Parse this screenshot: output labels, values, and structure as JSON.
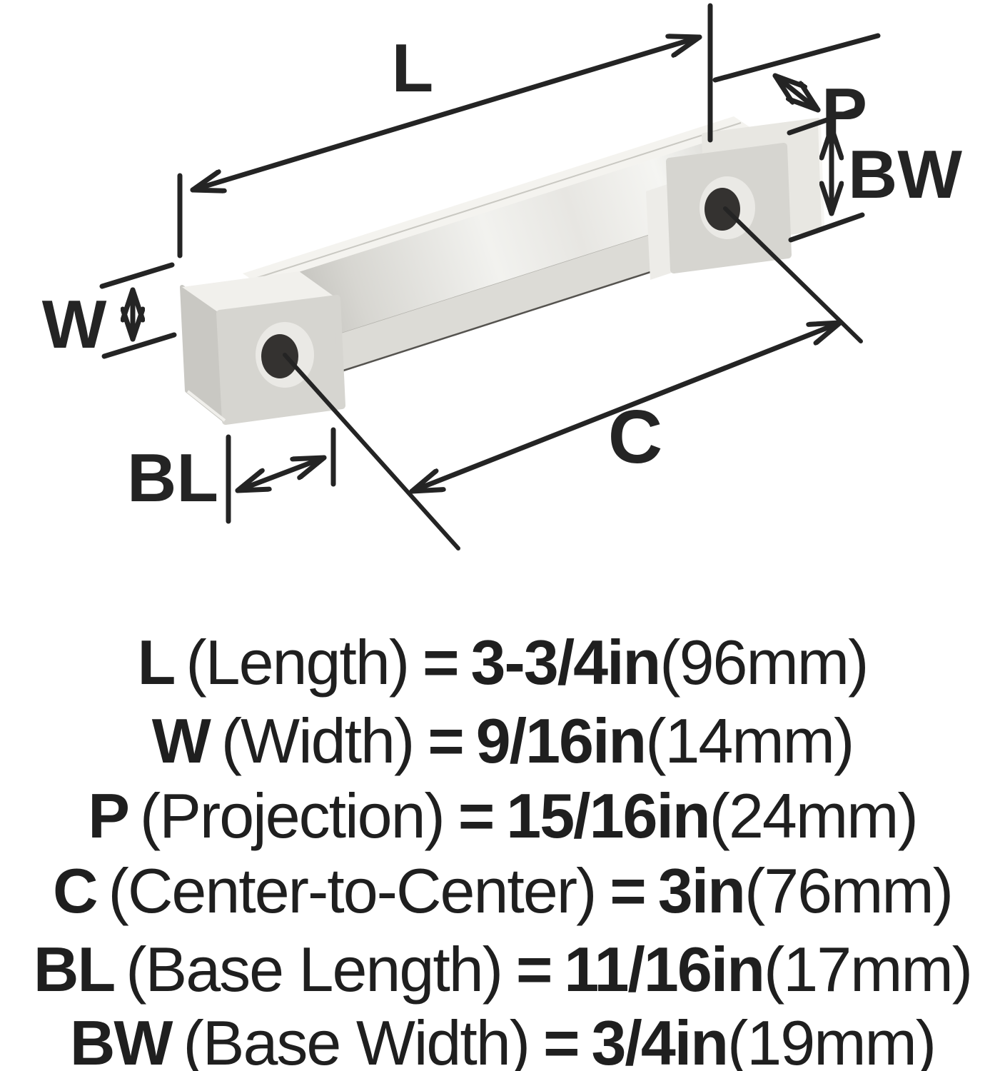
{
  "diagram": {
    "dim_labels": {
      "length": "L",
      "width": "W",
      "projection": "P",
      "center_to_center": "C",
      "base_length": "BL",
      "base_width": "BW"
    }
  },
  "legend": {
    "rows": [
      {
        "symbol": "L",
        "name": "(Length)",
        "equals": "=",
        "value": "3-3/4in",
        "metric": "(96mm)"
      },
      {
        "symbol": "W",
        "name": "(Width)",
        "equals": "=",
        "value": "9/16in",
        "metric": "(14mm)"
      },
      {
        "symbol": "P",
        "name": "(Projection)",
        "equals": "=",
        "value": "15/16in",
        "metric": "(24mm)"
      },
      {
        "symbol": "C",
        "name": "(Center-to-Center)",
        "equals": "=",
        "value": "3in",
        "metric": "(76mm)"
      },
      {
        "symbol": "BL",
        "name": "(Base Length)",
        "equals": "=",
        "value": "11/16in",
        "metric": "(17mm)"
      },
      {
        "symbol": "BW",
        "name": "(Base Width)",
        "equals": "=",
        "value": "3/4in",
        "metric": "(19mm)"
      }
    ]
  },
  "colors": {
    "dimension_line": "#242424",
    "foot_front": "#d6d5d0",
    "foot_side": "#c9c8c3",
    "foot_top": "#f1f0ec",
    "flange": "#e8e7e2",
    "hole_ring": "#eae9e5",
    "hole_dark": "#343230",
    "bar_top": "#f4f3ef",
    "bar_chamfer": "#dcdbd6"
  }
}
